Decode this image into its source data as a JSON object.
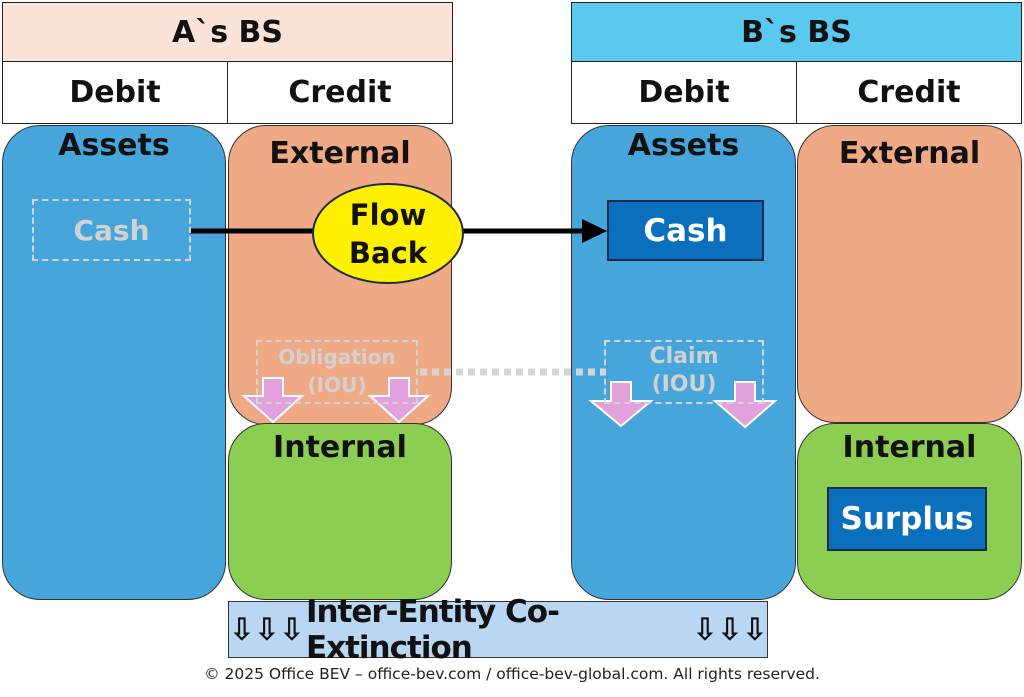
{
  "colors": {
    "a_header": "#fce3d7",
    "b_header": "#5bc8f0",
    "assets": "#46a6dc",
    "external": "#f0a985",
    "internal": "#8cce52",
    "solid_box": "#0a6fbd",
    "flow_back": "#fff000",
    "down_arrow": "#e2a0dc",
    "banner": "#b9d6f2"
  },
  "entity_a": {
    "title": "A`s BS",
    "debit": "Debit",
    "credit": "Credit",
    "assets": "Assets",
    "external": "External",
    "internal": "Internal",
    "cash": "Cash",
    "obligation_line1": "Obligation",
    "obligation_line2": "(IOU)"
  },
  "entity_b": {
    "title": "B`s BS",
    "debit": "Debit",
    "credit": "Credit",
    "assets": "Assets",
    "external": "External",
    "internal": "Internal",
    "cash": "Cash",
    "claim_line1": "Claim",
    "claim_line2": "(IOU)",
    "surplus": "Surplus"
  },
  "flow_back": {
    "line1": "Flow",
    "line2": "Back"
  },
  "banner": {
    "arrows_left": "⇩⇩⇩",
    "text": "Inter-Entity Co-Extinction",
    "arrows_right": "⇩⇩⇩"
  },
  "copyright": "© 2025 Office BEV – office-bev.com / office-bev-global.com. All rights reserved."
}
